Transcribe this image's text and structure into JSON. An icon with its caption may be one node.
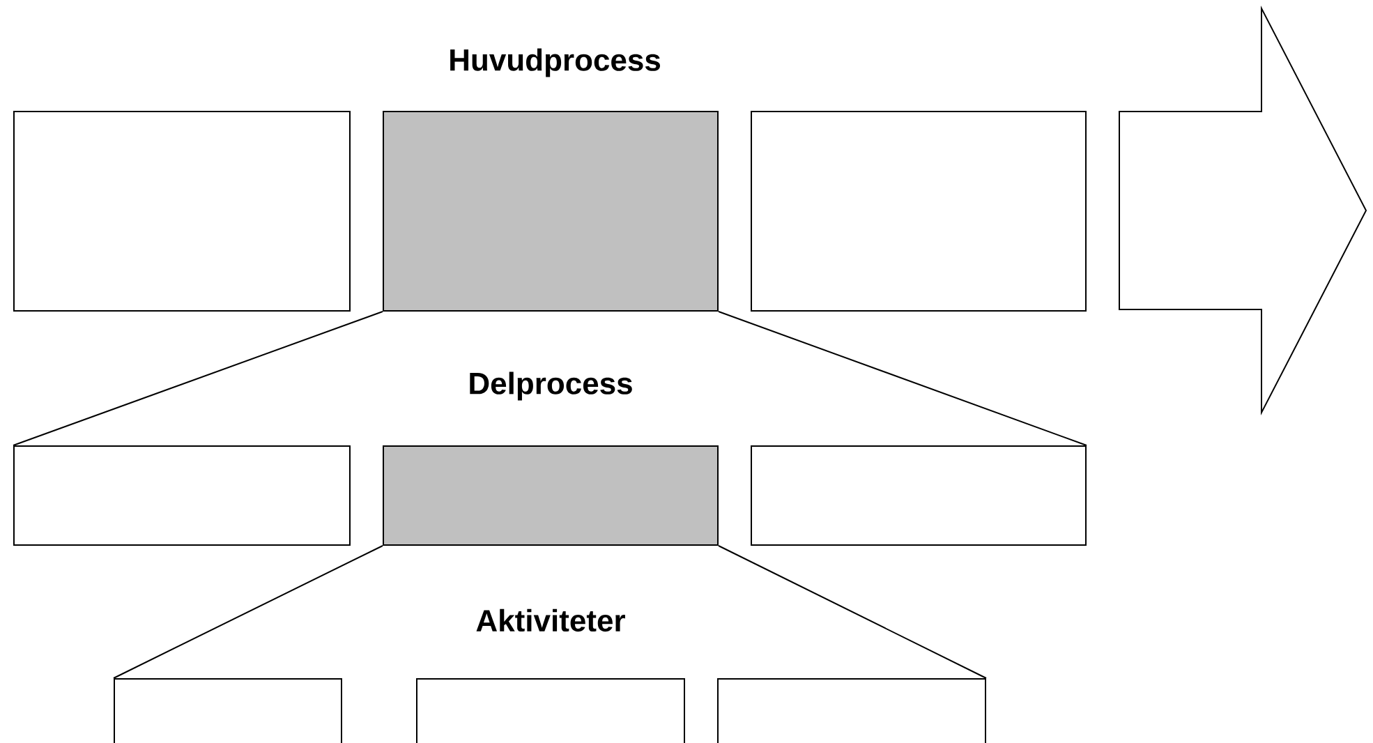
{
  "diagram": {
    "nodes": [
      {
        "text": [],
        "shape": "box"
      },
      {
        "text": [],
        "shape": "box"
      },
      {
        "text": [],
        "shape": "box"
      },
      {
        "text": [],
        "shape": "arrow"
      },
      {
        "text": [],
        "shape": "box"
      },
      {
        "text": [],
        "shape": "box"
      },
      {
        "text": [],
        "shape": "box"
      },
      {
        "text": [],
        "shape": "box"
      },
      {
        "text": [],
        "shape": "box"
      },
      {
        "text": [],
        "shape": "box"
      }
    ],
    "edges": [
      {
        "from": 1,
        "to": 4,
        "arrow": "none"
      },
      {
        "from": 1,
        "to": 6,
        "arrow": "none"
      },
      {
        "from": 5,
        "to": 7,
        "arrow": "none"
      },
      {
        "from": 5,
        "to": 9,
        "arrow": "none"
      }
    ],
    "labels": [
      "Huvudprocess",
      "Delprocess",
      "Aktiviteter"
    ]
  }
}
